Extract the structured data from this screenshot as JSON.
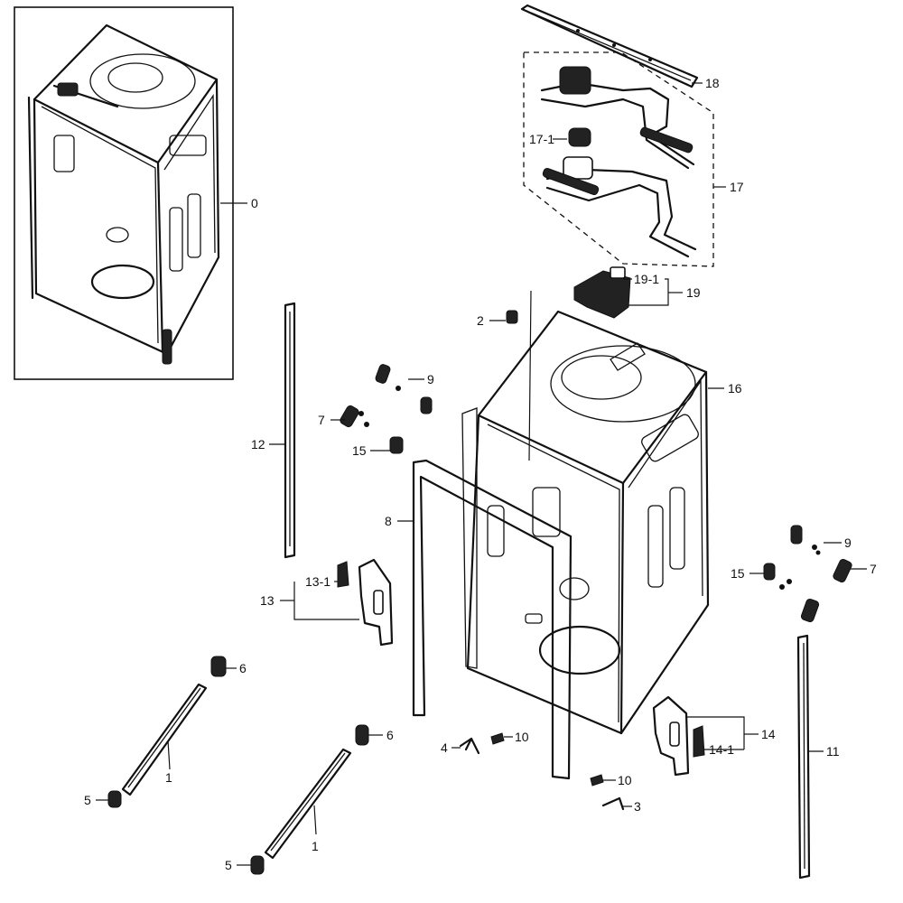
{
  "callouts": {
    "c0": "0",
    "c18": "18",
    "c17_1": "17-1",
    "c17": "17",
    "c19_1": "19-1",
    "c19": "19",
    "c2": "2",
    "c16": "16",
    "c9a": "9",
    "c7a": "7",
    "c15a": "15",
    "c12": "12",
    "c8": "8",
    "c13_1": "13-1",
    "c13": "13",
    "c9b": "9",
    "c15b": "15",
    "c7b": "7",
    "c6a": "6",
    "c1a": "1",
    "c5a": "5",
    "c6b": "6",
    "c4": "4",
    "c10a": "10",
    "c14": "14",
    "c14_1": "14-1",
    "c11": "11",
    "c10b": "10",
    "c3": "3",
    "c1b": "1",
    "c5b": "5"
  },
  "colors": {
    "line": "#111111",
    "background": "#ffffff"
  }
}
